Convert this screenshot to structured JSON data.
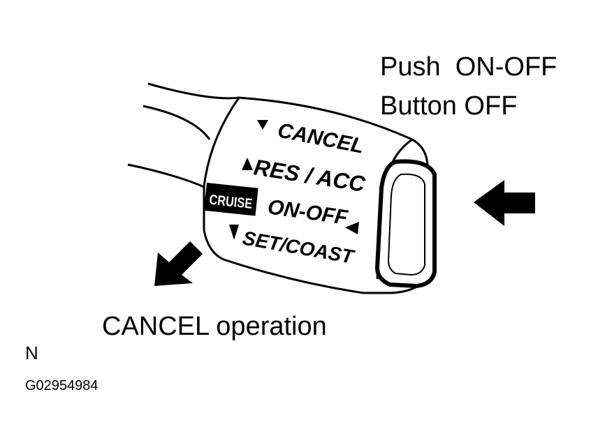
{
  "callouts": {
    "push_line1": "Push  ON-OFF",
    "push_line2": "Button OFF",
    "cancel_operation": "CANCEL operation"
  },
  "lever": {
    "cancel": "CANCEL",
    "res_acc": "RES / ACC",
    "cruise_badge": "CRUISE",
    "on_off": "ON-OFF",
    "set_coast": "SET/COAST"
  },
  "figure_code": "N",
  "figure_id": "G02954984",
  "colors": {
    "ink": "#000000",
    "paper": "#ffffff"
  },
  "icons": [
    "cancel-pull-arrow-icon",
    "push-arrow-icon",
    "cancel-triangle-icon",
    "res-triangle-icon",
    "on-off-triangle-icon",
    "set-triangle-icon"
  ]
}
